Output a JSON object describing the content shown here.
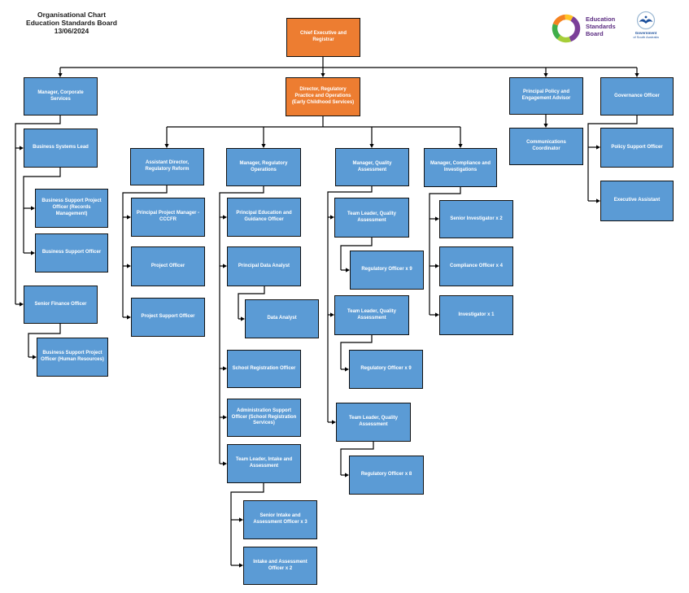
{
  "page": {
    "title_lines": [
      "Organisational Chart",
      "Education Standards Board",
      "13/06/2024"
    ]
  },
  "logos": {
    "esb": {
      "text_lines": [
        "Education",
        "Standards",
        "Board"
      ],
      "ring_colors": [
        "#7B3F98",
        "#A6CE39",
        "#3FAE49",
        "#F58220",
        "#FFC425"
      ]
    },
    "sa_gov": {
      "text_lines": [
        "Government",
        "of South Australia"
      ]
    }
  },
  "colors": {
    "executive_fill": "#ED7D31",
    "standard_fill": "#5B9BD5",
    "border": "#111111",
    "connector": "#000000",
    "esb_text": "#5C2D82",
    "sa_gov_text": "#1b4f9c"
  },
  "nodes": [
    {
      "id": "ceo",
      "label": "Chief Executive and Registrar",
      "type": "executive"
    },
    {
      "id": "director",
      "label": "Director, Regulatory Practice and Operations (Early Childhood Services)",
      "type": "executive"
    },
    {
      "id": "mcs",
      "label": "Manager, Corporate Services",
      "type": "standard"
    },
    {
      "id": "bsl",
      "label": "Business Systems Lead",
      "type": "standard"
    },
    {
      "id": "bspo_rm",
      "label": "Business Support Project Officer (Records Management)",
      "type": "standard"
    },
    {
      "id": "bso",
      "label": "Business Support Officer",
      "type": "standard"
    },
    {
      "id": "sfo",
      "label": "Senior Finance Officer",
      "type": "standard"
    },
    {
      "id": "bspo_hr",
      "label": "Business Support Project Officer (Human Resources)",
      "type": "standard"
    },
    {
      "id": "adr",
      "label": "Assistant Director, Regulatory Reform",
      "type": "standard"
    },
    {
      "id": "ppm",
      "label": "Principal Project Manager - CCCFR",
      "type": "standard"
    },
    {
      "id": "po",
      "label": "Project Officer",
      "type": "standard"
    },
    {
      "id": "pso",
      "label": "Project Support Officer",
      "type": "standard"
    },
    {
      "id": "mro",
      "label": "Manager, Regulatory Operations",
      "type": "standard"
    },
    {
      "id": "pego",
      "label": "Principal Education and Guidance Officer",
      "type": "standard"
    },
    {
      "id": "pda",
      "label": "Principal Data Analyst",
      "type": "standard"
    },
    {
      "id": "da",
      "label": "Data Analyst",
      "type": "standard"
    },
    {
      "id": "sro",
      "label": "School Registration Officer",
      "type": "standard"
    },
    {
      "id": "aso",
      "label": "Administration Support Officer (School Registration Services)",
      "type": "standard"
    },
    {
      "id": "tlia",
      "label": "Team Leader, Intake and Assessment",
      "type": "standard"
    },
    {
      "id": "siao",
      "label": "Senior Intake and Assessment Officer x 3",
      "type": "standard"
    },
    {
      "id": "iao",
      "label": "Intake and Assessment Officer x 2",
      "type": "standard"
    },
    {
      "id": "mqa",
      "label": "Manager, Quality Assessment",
      "type": "standard"
    },
    {
      "id": "tlqa1",
      "label": "Team Leader, Quality Assessment",
      "type": "standard"
    },
    {
      "id": "ro9a",
      "label": "Regulatory Officer x 9",
      "type": "standard"
    },
    {
      "id": "tlqa2",
      "label": "Team Leader, Quality Assessment",
      "type": "standard"
    },
    {
      "id": "ro9b",
      "label": "Regulatory Officer x 9",
      "type": "standard"
    },
    {
      "id": "tlqa3",
      "label": "Team Leader, Quality Assessment",
      "type": "standard"
    },
    {
      "id": "ro8",
      "label": "Regulatory Officer x 8",
      "type": "standard"
    },
    {
      "id": "mci",
      "label": "Manager, Compliance and Investigations",
      "type": "standard"
    },
    {
      "id": "si2",
      "label": "Senior Investigator x 2",
      "type": "standard"
    },
    {
      "id": "co4",
      "label": "Compliance Officer x 4",
      "type": "standard"
    },
    {
      "id": "inv1",
      "label": "Investigator x 1",
      "type": "standard"
    },
    {
      "id": "ppea",
      "label": "Principal Policy and Engagement Advisor",
      "type": "standard"
    },
    {
      "id": "cc",
      "label": "Communications Coordinator",
      "type": "standard"
    },
    {
      "id": "go",
      "label": "Governance Officer",
      "type": "standard"
    },
    {
      "id": "pso2",
      "label": "Policy Support Officer",
      "type": "standard"
    },
    {
      "id": "ea",
      "label": "Executive Assistant",
      "type": "standard"
    }
  ],
  "edges": [
    {
      "from": "ceo",
      "to": "mcs"
    },
    {
      "from": "ceo",
      "to": "director"
    },
    {
      "from": "ceo",
      "to": "ppea"
    },
    {
      "from": "ceo",
      "to": "go"
    },
    {
      "from": "director",
      "to": "adr"
    },
    {
      "from": "director",
      "to": "mro"
    },
    {
      "from": "director",
      "to": "mqa"
    },
    {
      "from": "director",
      "to": "mci"
    },
    {
      "from": "mcs",
      "to": "bsl"
    },
    {
      "from": "mcs",
      "to": "sfo"
    },
    {
      "from": "bsl",
      "to": "bspo_rm"
    },
    {
      "from": "bsl",
      "to": "bso"
    },
    {
      "from": "sfo",
      "to": "bspo_hr"
    },
    {
      "from": "adr",
      "to": "ppm"
    },
    {
      "from": "adr",
      "to": "po"
    },
    {
      "from": "adr",
      "to": "pso"
    },
    {
      "from": "mro",
      "to": "pego"
    },
    {
      "from": "mro",
      "to": "pda"
    },
    {
      "from": "mro",
      "to": "sro"
    },
    {
      "from": "mro",
      "to": "aso"
    },
    {
      "from": "mro",
      "to": "tlia"
    },
    {
      "from": "pda",
      "to": "da"
    },
    {
      "from": "tlia",
      "to": "siao"
    },
    {
      "from": "tlia",
      "to": "iao"
    },
    {
      "from": "mqa",
      "to": "tlqa1"
    },
    {
      "from": "mqa",
      "to": "tlqa2"
    },
    {
      "from": "mqa",
      "to": "tlqa3"
    },
    {
      "from": "tlqa1",
      "to": "ro9a"
    },
    {
      "from": "tlqa2",
      "to": "ro9b"
    },
    {
      "from": "tlqa3",
      "to": "ro8"
    },
    {
      "from": "mci",
      "to": "si2"
    },
    {
      "from": "mci",
      "to": "co4"
    },
    {
      "from": "mci",
      "to": "inv1"
    },
    {
      "from": "ppea",
      "to": "cc"
    },
    {
      "from": "go",
      "to": "pso2"
    },
    {
      "from": "go",
      "to": "ea"
    }
  ]
}
